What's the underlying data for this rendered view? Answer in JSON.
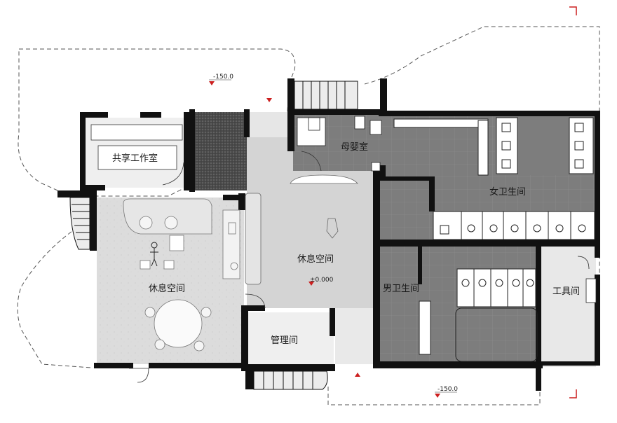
{
  "rooms": {
    "shared_studio": "共享工作室",
    "lounge_left": "休息空间",
    "lounge_center": "休息空间",
    "mother_baby_room": "母婴室",
    "womens_restroom": "女卫生间",
    "mens_restroom": "男卫生间",
    "tool_room": "工具间",
    "management_room": "管理间"
  },
  "levels": {
    "top": "-150.0",
    "center": "±0.000",
    "bottom": "-150.0"
  },
  "colors": {
    "wall": "#111111",
    "restroom_floor": "#7d7d7d",
    "lounge_floor": "#d9d9d9",
    "light_floor": "#ececec",
    "planting": "#555555",
    "marker": "#cc1f1f"
  }
}
